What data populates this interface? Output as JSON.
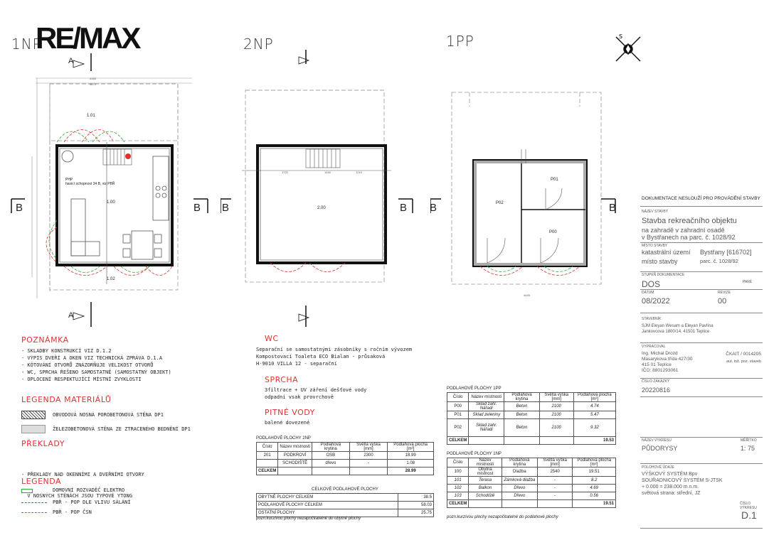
{
  "logo": "RE/MAX",
  "floors": {
    "f1": "1NP",
    "f2": "2NP",
    "f3": "1PP"
  },
  "section_marks": {
    "a": "A",
    "b": "B"
  },
  "rooms": {
    "r101": "1.01",
    "r100": "1.00",
    "r102": "1.02",
    "r200": "2.00",
    "p01": "P01",
    "p00": "P00",
    "p02": "P02"
  },
  "plan_notes": {
    "php": "PHP",
    "fire": "hasicí schopnost 34 B, viz PBŘ"
  },
  "dims": {
    "d1": "4165",
    "d2": "4870",
    "d3": "1720",
    "d4": "1440",
    "d5": "1210",
    "d6": "4445",
    "d7": "1050"
  },
  "poznamka": {
    "title": "POZNÁMKA",
    "items": [
      "- SKLADBY KONSTRUKCÍ VIZ D.1.2",
      "- VÝPIS DVEŘÍ A OKEN VIZ TECHNICKÁ ZPRÁVA D.1.A",
      "- KÓTOVÁNÍ OTVORŮ ZNÁZORŇUJE VELIKOST OTVORŮ",
      "- WC, SPRCHA ŘEŠENO SAMOSTATNĚ (SAMOSTATNÝ OBJEKT)",
      "- OPLOCENÍ RESPEKTUJÍCÍ MÍSTNÍ ZVYKLOSTI"
    ]
  },
  "legenda_materialu": {
    "title": "LEGENDA MATERIÁLŮ",
    "items": [
      "OBVODOVÁ NOSNÁ POROBETONOVÁ STĚNA DP1",
      "ŽELEZOBETONOVÁ STĚNA ZE ZTRACENÉHO BEDNĚNÍ DP1"
    ]
  },
  "preklady": {
    "title": "PŘEKLADY",
    "items": [
      "- PŘEKLADY NAD OKENNÍMI A DVEŘNÍMI OTVORY",
      "  V NOSNÝCH STĚNÁCH JSOU TYPOVÉ YTONG"
    ]
  },
  "legenda": {
    "title": "LEGENDA",
    "items": [
      "DOMOVNÍ ROZVADĚČ ELEKTRO",
      "PBŘ - POP DLE VLIVU SÁLÁNÍ",
      "PBŘ - POP ČSN"
    ]
  },
  "wc": {
    "title": "WC",
    "lines": [
      "Separační se samostatnými zásobníky s ročním vývozem",
      "Kompostovací Toaleta ECO Bialan - průsaková",
      "H-9010 VILLA 12 - separační"
    ]
  },
  "sprcha": {
    "title": "SPRCHA",
    "lines": [
      "3filtrace + UV záření dešťové vody",
      "odpadní vsak provrchově"
    ]
  },
  "pitne": {
    "title": "PITNÉ VODY",
    "lines": [
      "balené dovezené"
    ]
  },
  "table_2np": {
    "title": "PODLAHOVÉ PLOCHY 2NP",
    "headers": [
      "Číslo",
      "Název místnosti",
      "Podlahová krytina",
      "Světlá výška [mm]",
      "Podlahová plocha [m²]"
    ],
    "rows": [
      [
        "201",
        "PODKROVÍ",
        "OSB",
        "2300",
        "18.99"
      ],
      [
        "",
        "SCHODIŠTĚ",
        "dřevo",
        "-",
        "1.08"
      ]
    ],
    "total": [
      "CELKEM",
      "",
      "",
      "",
      "28.99"
    ]
  },
  "table_total": {
    "title": "CELKOVÉ PODLAHOVÉ PLOCHY",
    "rows": [
      [
        "OBYTNÉ PLOCHY CELKEM",
        "38.5"
      ],
      [
        "PODLAHOVÉ PLOCHY CELKEM",
        "58.03"
      ],
      [
        "OSTATNÍ PLOCHY",
        "25.75"
      ]
    ],
    "note": "pozn.kurzívou plochy nezapočitatelné do obytné plochy"
  },
  "table_1pp": {
    "title": "PODLAHOVÉ PLOCHY 1PP",
    "headers": [
      "Číslo",
      "Název místnosti",
      "Podlahová krytina",
      "Světlá výška [mm]",
      "Podlahová plocha [m²]"
    ],
    "rows": [
      [
        "P00",
        "Sklad zahr. Nářadí",
        "Beton",
        "2100",
        "4.74"
      ],
      [
        "P01",
        "Sklad zeleniny",
        "Beton",
        "2100",
        "5.47"
      ],
      [
        "P02",
        "Sklad zahr. Nářadí",
        "Beton",
        "2100",
        "9.32"
      ]
    ],
    "total": [
      "CELKEM",
      "",
      "",
      "",
      "19.53"
    ]
  },
  "table_1np": {
    "title": "PODLAHOVÉ PLOCHY 1NP",
    "headers": [
      "Číslo",
      "Název místnosti",
      "Podlahová krytina",
      "Světlá výška [mm]",
      "Podlahová plocha [m²]"
    ],
    "rows": [
      [
        "100",
        "Obytná místnost",
        "Dlažba",
        "2540",
        "19.51"
      ],
      [
        "101",
        "Terasa",
        "Zámková dlažba",
        "-",
        "8.2"
      ],
      [
        "102",
        "Balkon",
        "Dřevo",
        "-",
        "4.69"
      ],
      [
        "103",
        "Schodiště",
        "Dřevo",
        "-",
        "0.56"
      ]
    ],
    "total": [
      "CELKEM",
      "",
      "",
      "",
      "19.51"
    ],
    "note": "pozn.kurzívou plochy nezapočitatelné do podlahové plochy"
  },
  "titleblock": {
    "header": "DOKUMENTACE NESLOUŽÍ PRO PROVÁDĚNÍ STAVBY",
    "l_nazev": "NÁZEV STAVBY",
    "nazev": [
      "Stavba rekreačního objektu",
      "na zahradě v zahradní osadě",
      "v Bystřanech na parc. č. 1028/92"
    ],
    "l_misto": "MÍSTO STAVBY",
    "misto_l1": "katastrální území",
    "misto_r1": "Bystřany [616702]",
    "misto_l2": "místo stavby",
    "misto_r2": "parc. č. 1028/92",
    "l_stupen": "STUPEŇ DOKUMENTACE",
    "l_pare": "PARÉ",
    "stupen": "DOS",
    "l_datum": "DATUM",
    "l_revize": "REVIZE",
    "datum": "08/2022",
    "revize": "00",
    "l_stavebnik": "STAVEBNÍK",
    "stavebnik": [
      "SJM Eleyan Wesam a Eleyan Pavlína",
      "Jankovcova 1800/14, 41501 Teplice"
    ],
    "l_vypracoval": "VYPRACOVAL",
    "vypracoval": [
      "Ing. Michal Drozd",
      "Masarykova třída 427/30",
      "415 01 Teplice",
      "IČO: 8801293061"
    ],
    "ckait": [
      "ČKAIT / 0014205",
      "aut. inž. poz. staveb"
    ],
    "l_zakazka": "ČÍSLO ZAKÁZKY",
    "zakazka": "20220816",
    "l_vykres": "NÁZEV VÝKRESU",
    "l_meritko": "MĚŘÍTKO",
    "vykres": "PŮDORYSY",
    "meritko": "1: 75",
    "l_polohopis": "POLOHOVÉ ÚDAJE",
    "polohopis": [
      "VÝŠKOVÝ SYSTÉM Bpv",
      "SOUŘADNICOVÝ SYSTÉM S-JTSK",
      "+ 0.000 = 238.000 m.n.m.",
      "světová strana: střední, JZ"
    ],
    "l_cislo": "ČÍSLO VÝKRESU",
    "cislo": "D.1"
  },
  "colors": {
    "red": "#d33333",
    "green": "#2fa82f",
    "grid": "#888888"
  }
}
